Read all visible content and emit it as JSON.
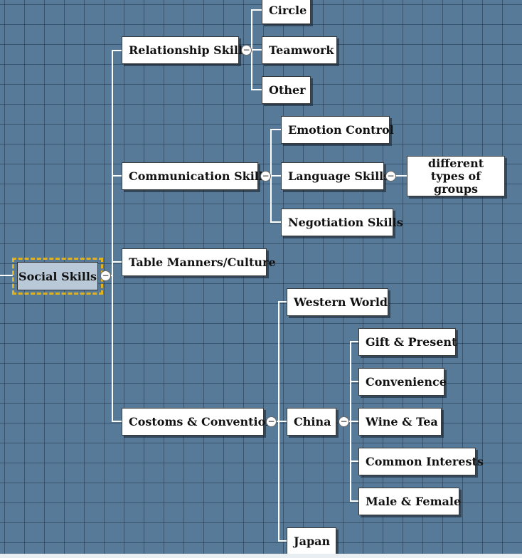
{
  "map": {
    "central": "Social Skills",
    "relationship": "Relationship Skills",
    "circle": "Circle",
    "teamwork": "Teamwork",
    "other": "Other",
    "communication": "Communication Skills",
    "emotion": "Emotion Control",
    "language": "Language Skills",
    "different_groups": "different types of groups",
    "negotiation": "Negotiation Skills",
    "table_manners": "Table Manners/Culture",
    "customs": "Costoms & Convention",
    "western": "Western World",
    "china": "China",
    "gift": "Gift & Present",
    "convenience": "Convenience",
    "wine_tea": "Wine & Tea",
    "common_interests": "Common Interests",
    "male_female": "Male & Female",
    "japan": "Japan"
  },
  "controls": {
    "collapse_symbol": "−"
  },
  "colors": {
    "canvas": "#577a98",
    "grid": "#1e344a",
    "topic_fill": "#ffffff",
    "central_fill": "#b9c9d8",
    "selection": "#e2b21c",
    "connector": "#ffffff"
  }
}
